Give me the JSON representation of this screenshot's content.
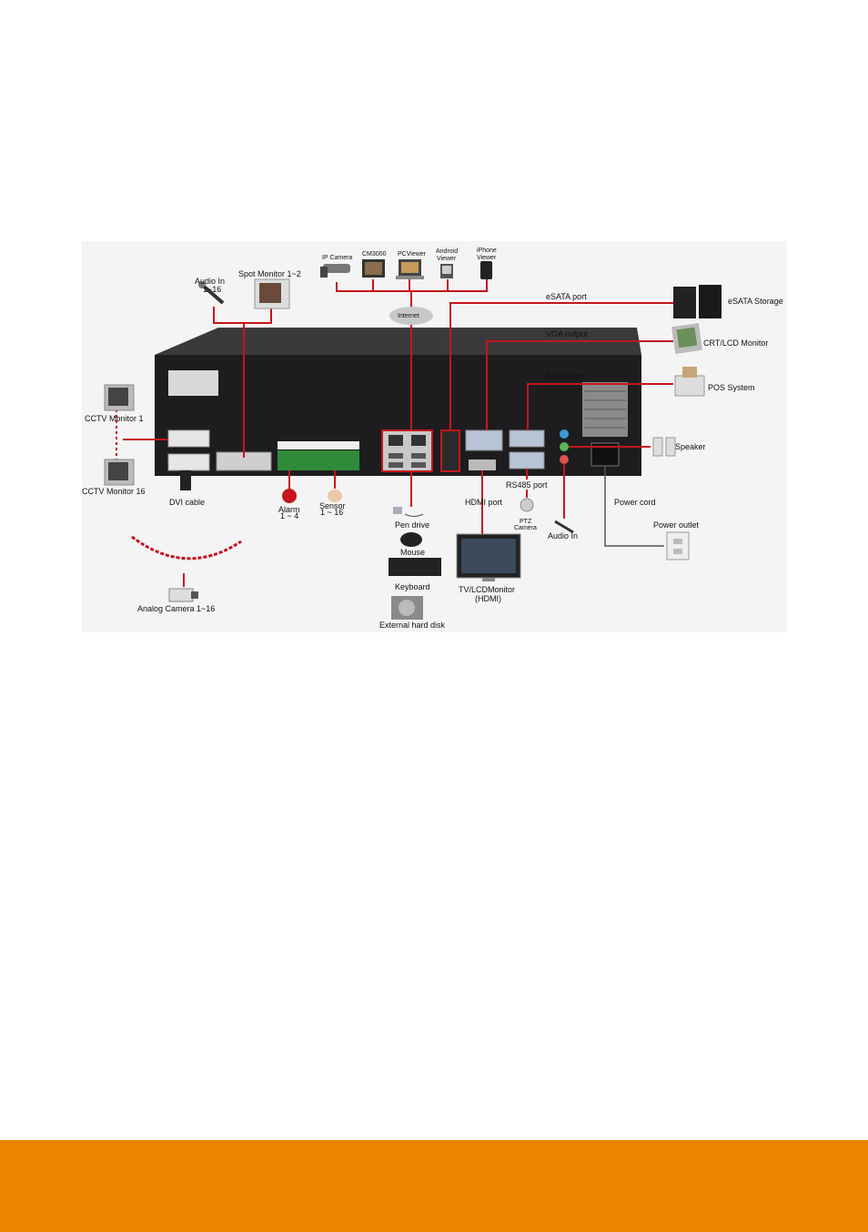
{
  "diagram": {
    "labels": {
      "ip_camera": "IP Camera",
      "cm3000": "CM3000",
      "pcviewer": "PCViewer",
      "android_viewer_1": "Android",
      "android_viewer_2": "Viewer",
      "iphone_viewer_1": "iPhone",
      "iphone_viewer_2": "Viewer",
      "internet": "Internet",
      "audio_in_16_1": "Audio In",
      "audio_in_16_2": "1~16",
      "spot_monitor": "Spot Monitor 1~2",
      "esata_port": "eSATA port",
      "esata_storage": "eSATA Storage",
      "vga_output": "VGA output",
      "crt_lcd_monitor": "CRT/LCD Monitor",
      "rs232_port": "RS232 port",
      "pos_system": "POS System",
      "cctv_monitor_1": "CCTV Monitor 1",
      "cctv_monitor_16": "CCTV Monitor 16",
      "speaker": "Speaker",
      "rs485_port": "RS485 port",
      "power_cord": "Power cord",
      "ptz_camera_1": "PTZ",
      "ptz_camera_2": "Camera",
      "power_outlet": "Power outlet",
      "dvi_cable": "DVI cable",
      "alarm_1": "Alarm",
      "alarm_2": "1 ~ 4",
      "sensor_1": "Sensor",
      "sensor_2": "1 ~ 16",
      "pen_drive": "Pen drive",
      "hdmi_port": "HDMI port",
      "audio_in": "Audio In",
      "mouse": "Mouse",
      "keyboard": "Keyboard",
      "tv_lcd_monitor_1": "TV/LCDMonitor",
      "tv_lcd_monitor_2": "(HDMI)",
      "analog_camera": "Analog Camera 1~16",
      "external_hard_disk": "External hard disk"
    }
  },
  "colors": {
    "wire": "#c4161c",
    "footer": "#ee8400",
    "chassis": "#1d1d1f"
  }
}
